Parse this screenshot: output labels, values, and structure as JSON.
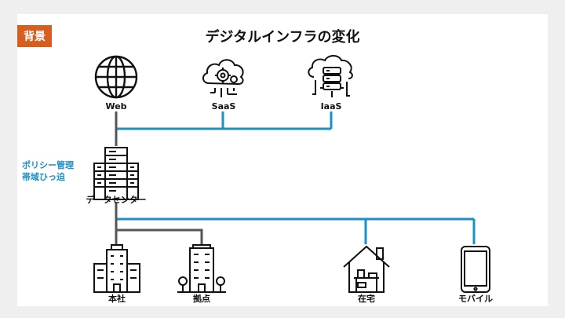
{
  "tag": "背景",
  "title": "デジタルインフラの変化",
  "side_notes": [
    "ポリシー管理",
    "帯域ひっ迫"
  ],
  "nodes": {
    "web": "Web",
    "saas": "SaaS",
    "iaas": "IaaS",
    "datacenter": "データセンター",
    "hq": "本社",
    "branch": "拠点",
    "home": "在宅",
    "mobile": "モバイル"
  },
  "colors": {
    "accent": "#d45f1f",
    "cloud_line": "#1c8fc5",
    "office_line": "#555555",
    "side_text": "#1c8fc5",
    "icon": "#111111"
  }
}
